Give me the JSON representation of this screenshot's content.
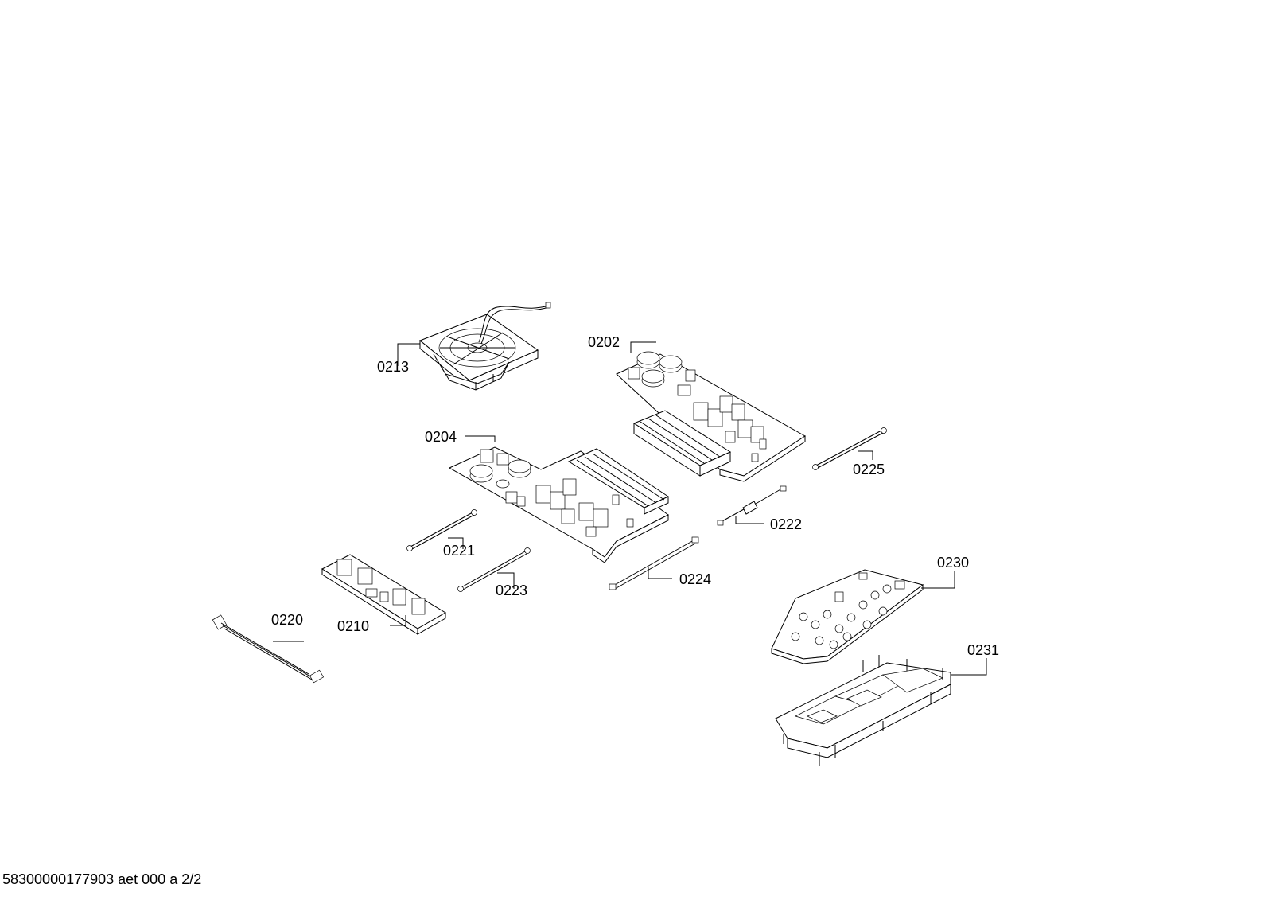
{
  "diagram": {
    "footer_text": "58300000177903 aet 000 a 2/2",
    "parts": [
      {
        "id": "fan",
        "label": "0213"
      },
      {
        "id": "board-right",
        "label": "0202"
      },
      {
        "id": "board-main",
        "label": "0204"
      },
      {
        "id": "cable-0225",
        "label": "0225"
      },
      {
        "id": "cable-0222",
        "label": "0222"
      },
      {
        "id": "cable-0221",
        "label": "0221"
      },
      {
        "id": "filter-board",
        "label": "0210"
      },
      {
        "id": "cable-0223",
        "label": "0223"
      },
      {
        "id": "cable-0224",
        "label": "0224"
      },
      {
        "id": "harness",
        "label": "0220"
      },
      {
        "id": "control-board",
        "label": "0230"
      },
      {
        "id": "control-frame",
        "label": "0231"
      }
    ]
  }
}
